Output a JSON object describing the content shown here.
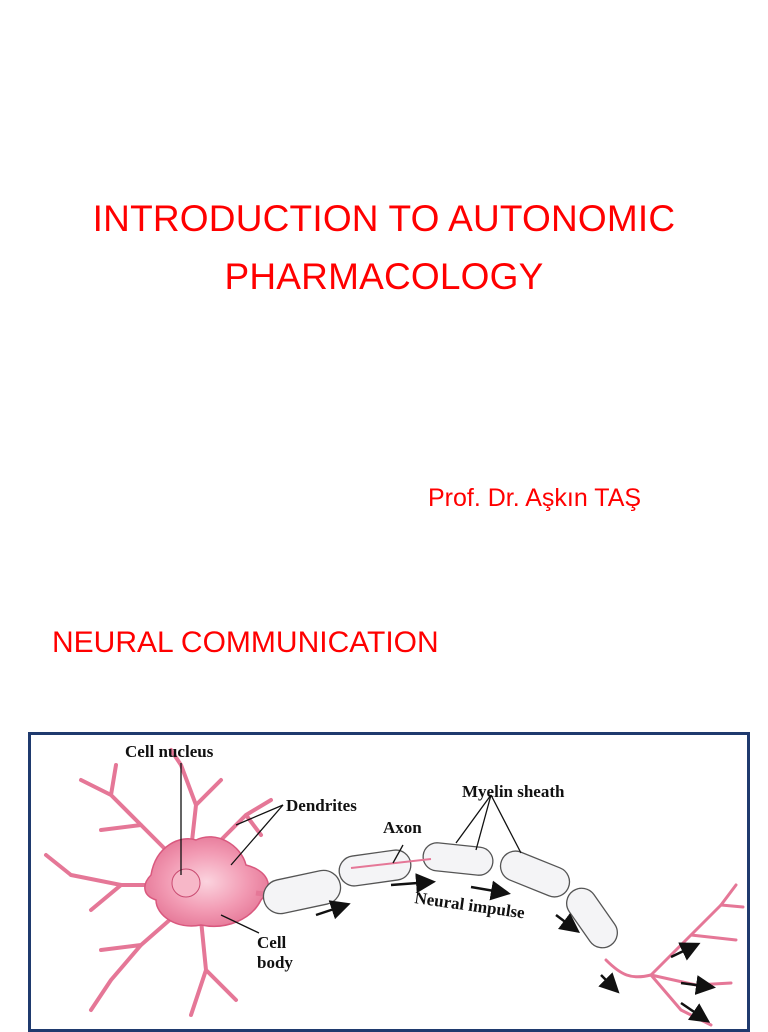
{
  "slide": {
    "title_line1": "INTRODUCTION TO AUTONOMIC",
    "title_line2": "PHARMACOLOGY",
    "author": "Prof. Dr. Aşkın TAŞ",
    "section_heading": "NEURAL COMMUNICATION"
  },
  "figure": {
    "labels": {
      "cell_nucleus": "Cell nucleus",
      "dendrites": "Dendrites",
      "myelin_sheath": "Myelin sheath",
      "axon": "Axon",
      "neural_impulse": "Neural impulse",
      "cell": "Cell",
      "body": "body"
    },
    "colors": {
      "title_text": "#ff0000",
      "frame": "#1f3a6e",
      "cell": "#f29ab3"
    }
  }
}
